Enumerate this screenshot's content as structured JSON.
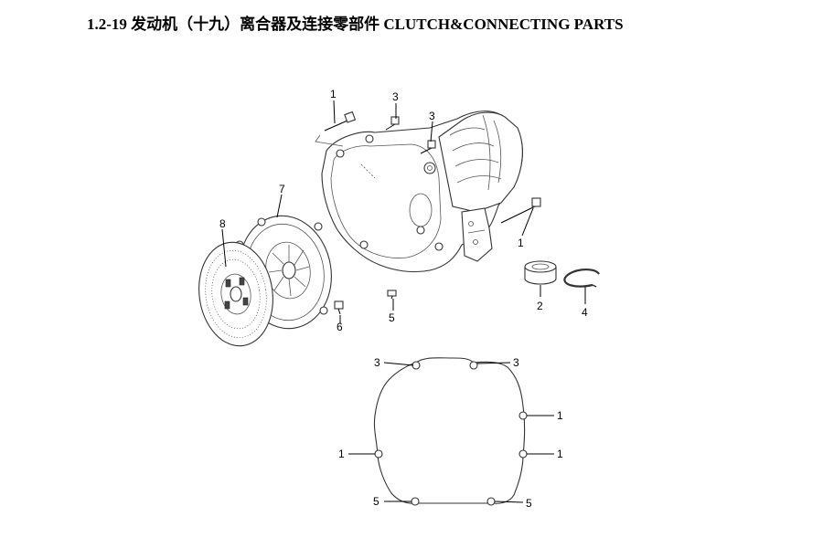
{
  "title": "1.2-19  发动机（十九）离合器及连接零部件 CLUTCH&CONNECTING PARTS",
  "callouts": {
    "c1_top": "1",
    "c3_top_a": "3",
    "c3_top_b": "3",
    "c7": "7",
    "c8": "8",
    "c1_right": "1",
    "c2": "2",
    "c4": "4",
    "c5": "5",
    "c6": "6",
    "g3_left": "3",
    "g3_right": "3",
    "g1_right_top": "1",
    "g1_left": "1",
    "g1_right_bottom": "1",
    "g5_left": "5",
    "g5_right": "5"
  }
}
